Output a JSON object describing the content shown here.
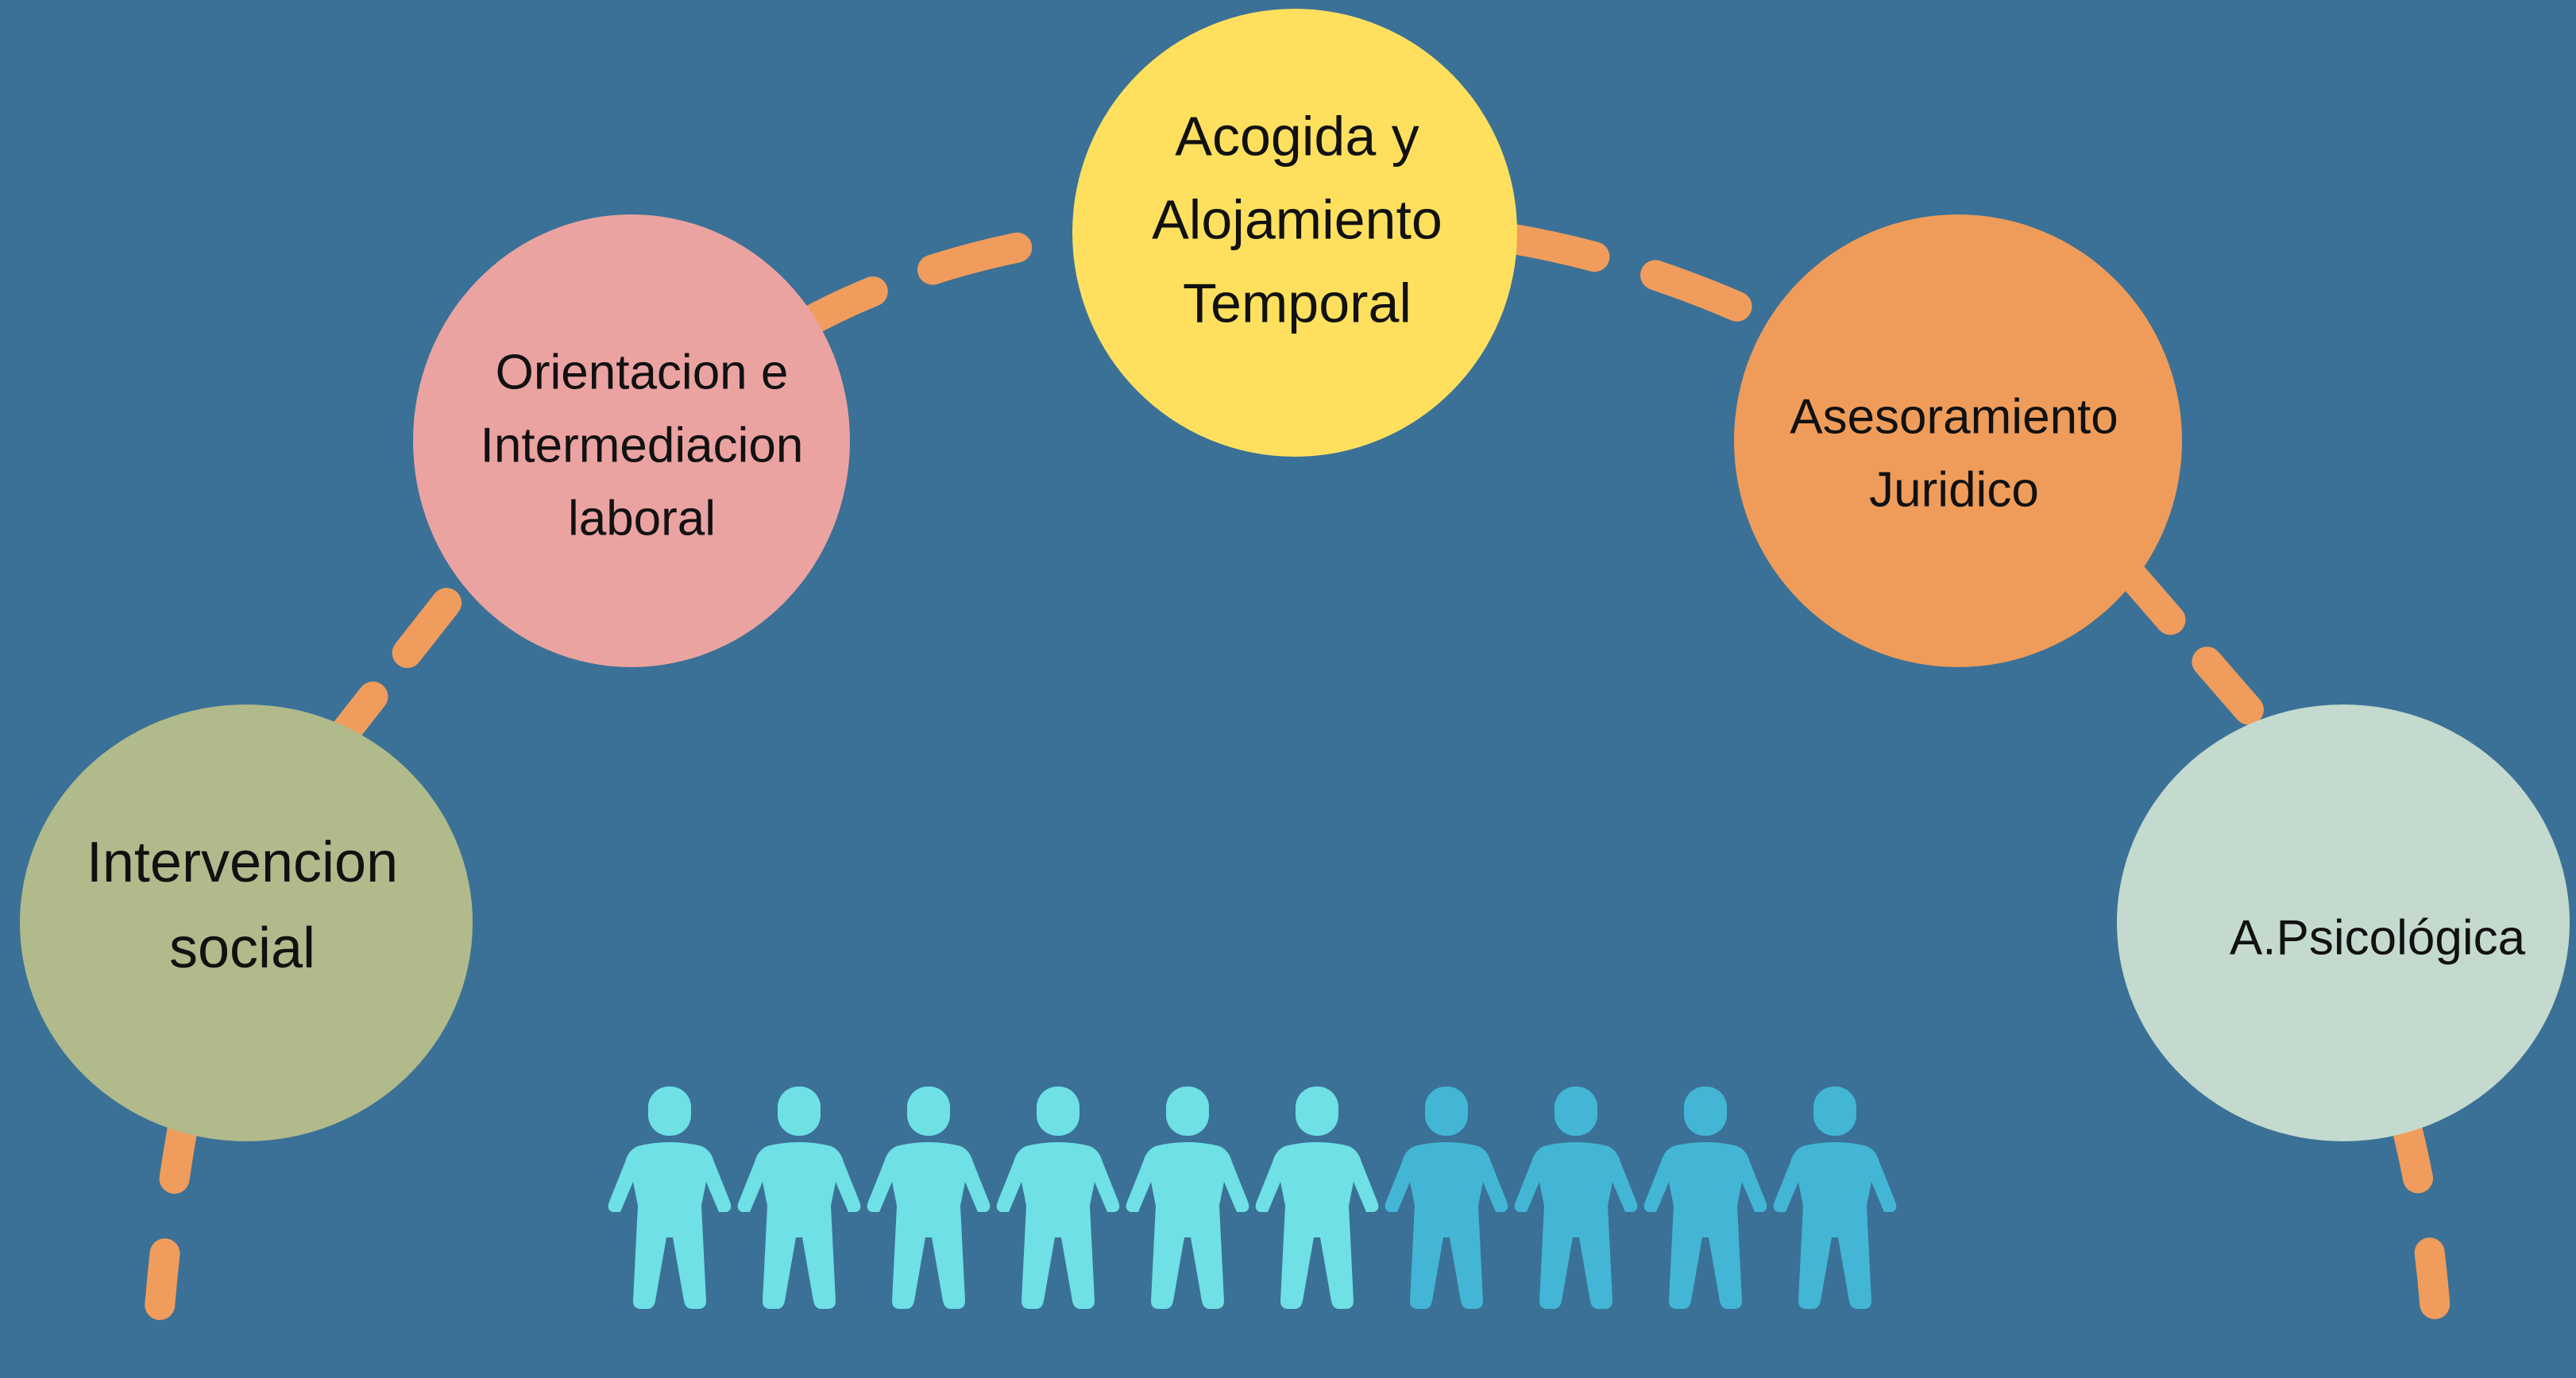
{
  "colors": {
    "background": "#3b7196",
    "connector": "#f09c5c",
    "text": "#111111",
    "person_light": "#6ee0e6",
    "person_dark": "#43b6d5"
  },
  "nodes": [
    {
      "id": "intervencion-social",
      "lines": [
        "Intervencion",
        "social"
      ],
      "fill": "#b1ba8b"
    },
    {
      "id": "orientacion-intermediacion-laboral",
      "lines": [
        "Orientacion e",
        "Intermediacion",
        "laboral"
      ],
      "fill": "#eba3a1"
    },
    {
      "id": "acogida-alojamiento-temporal",
      "lines": [
        "Acogida y",
        "Alojamiento",
        "Temporal"
      ],
      "fill": "#ffe05e"
    },
    {
      "id": "asesoramiento-juridico",
      "lines": [
        "Asesoramiento",
        "Juridico"
      ],
      "fill": "#ef9c5a"
    },
    {
      "id": "a-psicologica",
      "lines": [
        "A.Psicológica"
      ],
      "fill": "#c4dace"
    }
  ],
  "people": {
    "count": 10,
    "light_count": 6,
    "icon": "person-icon"
  }
}
